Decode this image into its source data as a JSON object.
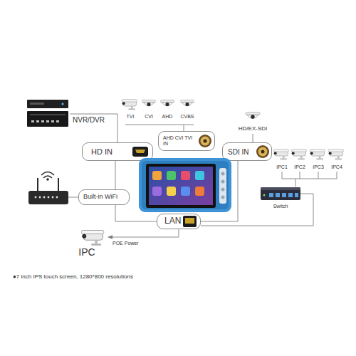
{
  "diagram": {
    "caption": "●7 inch IPS touch screen, 1280*800 resolutions",
    "nodes": [
      {
        "text": [
          "NVR/DVR"
        ]
      },
      {
        "text": [
          "HD IN"
        ]
      },
      {
        "text": [
          "AHD CVI TVI IN"
        ]
      },
      {
        "text": [
          "SDI IN"
        ]
      },
      {
        "text": [
          "Built-in WiFi"
        ]
      },
      {
        "text": [
          "LAN"
        ]
      },
      {
        "text": [
          "Switch"
        ]
      },
      {
        "text": [
          "IPC"
        ]
      }
    ],
    "edges": [
      {
        "from": 0,
        "to": 1,
        "arrow": "none"
      },
      {
        "from": 1,
        "to": 4,
        "arrow": "none"
      },
      {
        "from": 4,
        "to": 5,
        "arrow": "none"
      },
      {
        "from": 3,
        "to": 5,
        "arrow": "none"
      },
      {
        "from": 5,
        "to": 6,
        "arrow": "none"
      },
      {
        "from": 5,
        "to": 7,
        "label": "POE Power",
        "arrow": "to"
      }
    ],
    "labels": [
      "TVI",
      "CVI",
      "AHD",
      "CVBS",
      "HD/EX-SDI",
      "IPC1",
      "IPC2",
      "IPC3",
      "IPC4"
    ]
  }
}
